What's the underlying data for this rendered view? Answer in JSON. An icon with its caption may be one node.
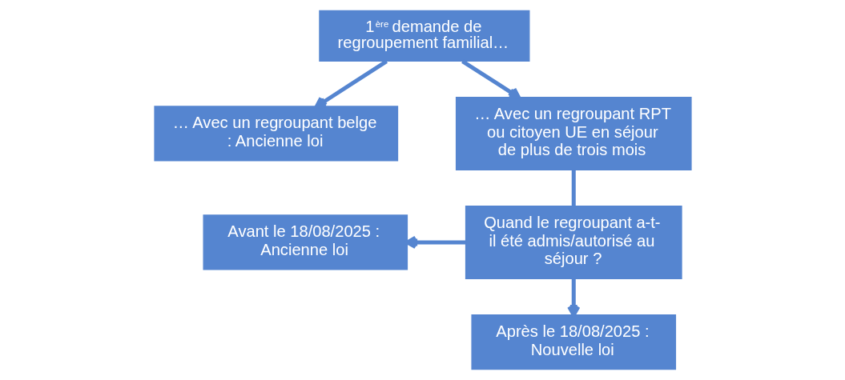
{
  "diagram": {
    "nodes": [
      {
        "text": [
          "1$^{ère}$ demande de regroupement familial…"
        ]
      },
      {
        "text": [
          "… Avec un regroupant belge : Ancienne loi"
        ]
      },
      {
        "text": [
          "… Avec un regroupant RPT ou citoyen UE en séjour de plus de trois mois"
        ]
      },
      {
        "text": [
          "Quand le regroupant a-t-il été admis/autorisé au séjour ?"
        ]
      },
      {
        "text": [
          "Avant le 18/08/2025 : Ancienne loi"
        ]
      },
      {
        "text": [
          "Après le 18/08/2025 : Nouvelle loi"
        ]
      }
    ],
    "edges": [
      {
        "from": 0,
        "to": 1,
        "arrow": "to"
      },
      {
        "from": 0,
        "to": 2,
        "arrow": "to"
      },
      {
        "from": 2,
        "to": 3,
        "arrow": "none"
      },
      {
        "from": 3,
        "to": 4,
        "arrow": "to"
      },
      {
        "from": 3,
        "to": 5,
        "arrow": "to"
      }
    ]
  }
}
